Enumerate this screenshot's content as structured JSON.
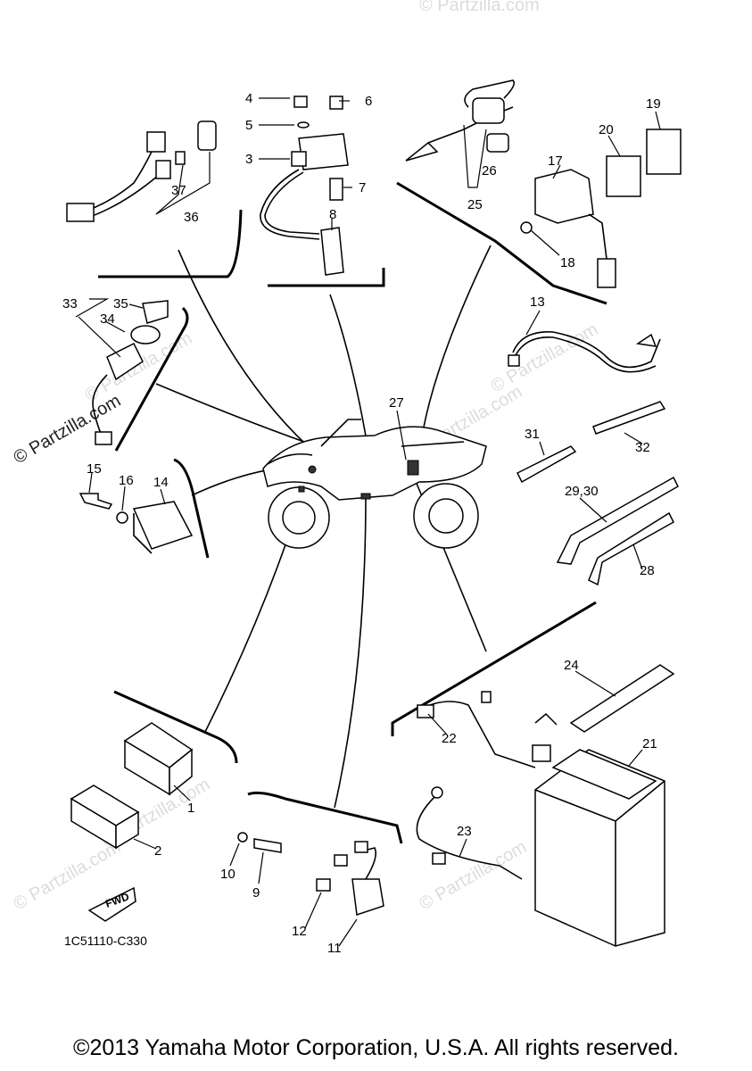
{
  "callouts": [
    {
      "id": "1",
      "label": "1"
    },
    {
      "id": "2",
      "label": "2"
    },
    {
      "id": "3",
      "label": "3"
    },
    {
      "id": "4",
      "label": "4"
    },
    {
      "id": "5",
      "label": "5"
    },
    {
      "id": "6",
      "label": "6"
    },
    {
      "id": "7",
      "label": "7"
    },
    {
      "id": "8",
      "label": "8"
    },
    {
      "id": "9",
      "label": "9"
    },
    {
      "id": "10",
      "label": "10"
    },
    {
      "id": "11",
      "label": "11"
    },
    {
      "id": "12",
      "label": "12"
    },
    {
      "id": "13",
      "label": "13"
    },
    {
      "id": "14",
      "label": "14"
    },
    {
      "id": "15",
      "label": "15"
    },
    {
      "id": "16",
      "label": "16"
    },
    {
      "id": "17",
      "label": "17"
    },
    {
      "id": "18",
      "label": "18"
    },
    {
      "id": "19",
      "label": "19"
    },
    {
      "id": "20",
      "label": "20"
    },
    {
      "id": "21",
      "label": "21"
    },
    {
      "id": "22",
      "label": "22"
    },
    {
      "id": "23",
      "label": "23"
    },
    {
      "id": "24",
      "label": "24"
    },
    {
      "id": "25",
      "label": "25"
    },
    {
      "id": "26",
      "label": "26"
    },
    {
      "id": "27",
      "label": "27"
    },
    {
      "id": "28",
      "label": "28"
    },
    {
      "id": "29_30",
      "label": "29,30"
    },
    {
      "id": "31",
      "label": "31"
    },
    {
      "id": "32",
      "label": "32"
    },
    {
      "id": "33",
      "label": "33"
    },
    {
      "id": "34",
      "label": "34"
    },
    {
      "id": "35",
      "label": "35"
    },
    {
      "id": "36",
      "label": "36"
    },
    {
      "id": "37",
      "label": "37"
    }
  ],
  "diagram_code": "1C51110-C330",
  "fwd_label": "FWD",
  "watermark": "© Partzilla.com",
  "copyright": "©2013 Yamaha Motor Corporation, U.S.A. All rights reserved."
}
